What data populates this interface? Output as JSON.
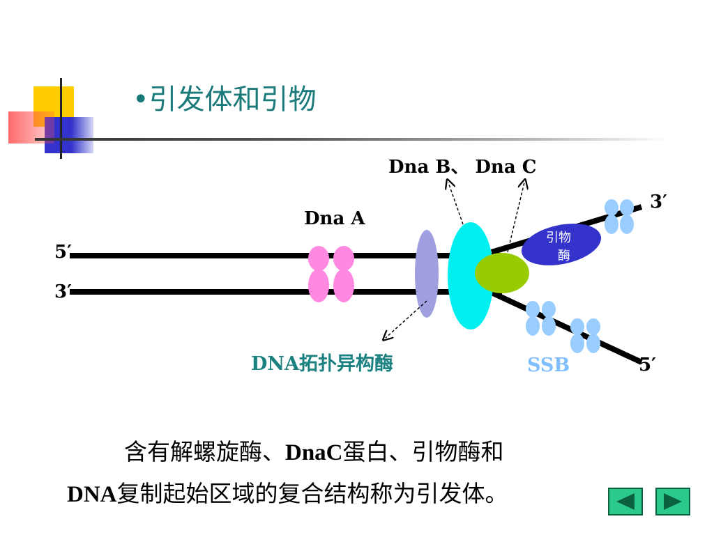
{
  "title": "•引发体和引物",
  "labels": {
    "dna_bc": "Dna B、 Dna C",
    "dna_a": "Dna A",
    "end_5_left": "5′",
    "end_3_left": "3′",
    "end_3_right": "3′",
    "end_5_right": "5′",
    "primase_line1": "引物",
    "primase_line2": "酶",
    "topoisomerase": "DNA拓扑异构酶",
    "ssb": "SSB"
  },
  "caption": {
    "line1_a": "含有解螺旋酶、",
    "line1_b": "DnaC",
    "line1_c": "蛋白、引物酶和",
    "line2_a": "DNA",
    "line2_b": "复制起始区域的复合结构称为引发体。"
  },
  "nav": {
    "prev_icon": "triangle-left-icon",
    "next_icon": "triangle-right-icon"
  },
  "colors": {
    "title": "#1a7a7a",
    "dna_a": "#ff88e0",
    "topoisomerase": "#a0a0e0",
    "helicase": "#00f0f0",
    "dnac": "#99cc00",
    "primase": "#3333cc",
    "ssb": "#99ccff",
    "nav": "#2bc98b"
  }
}
